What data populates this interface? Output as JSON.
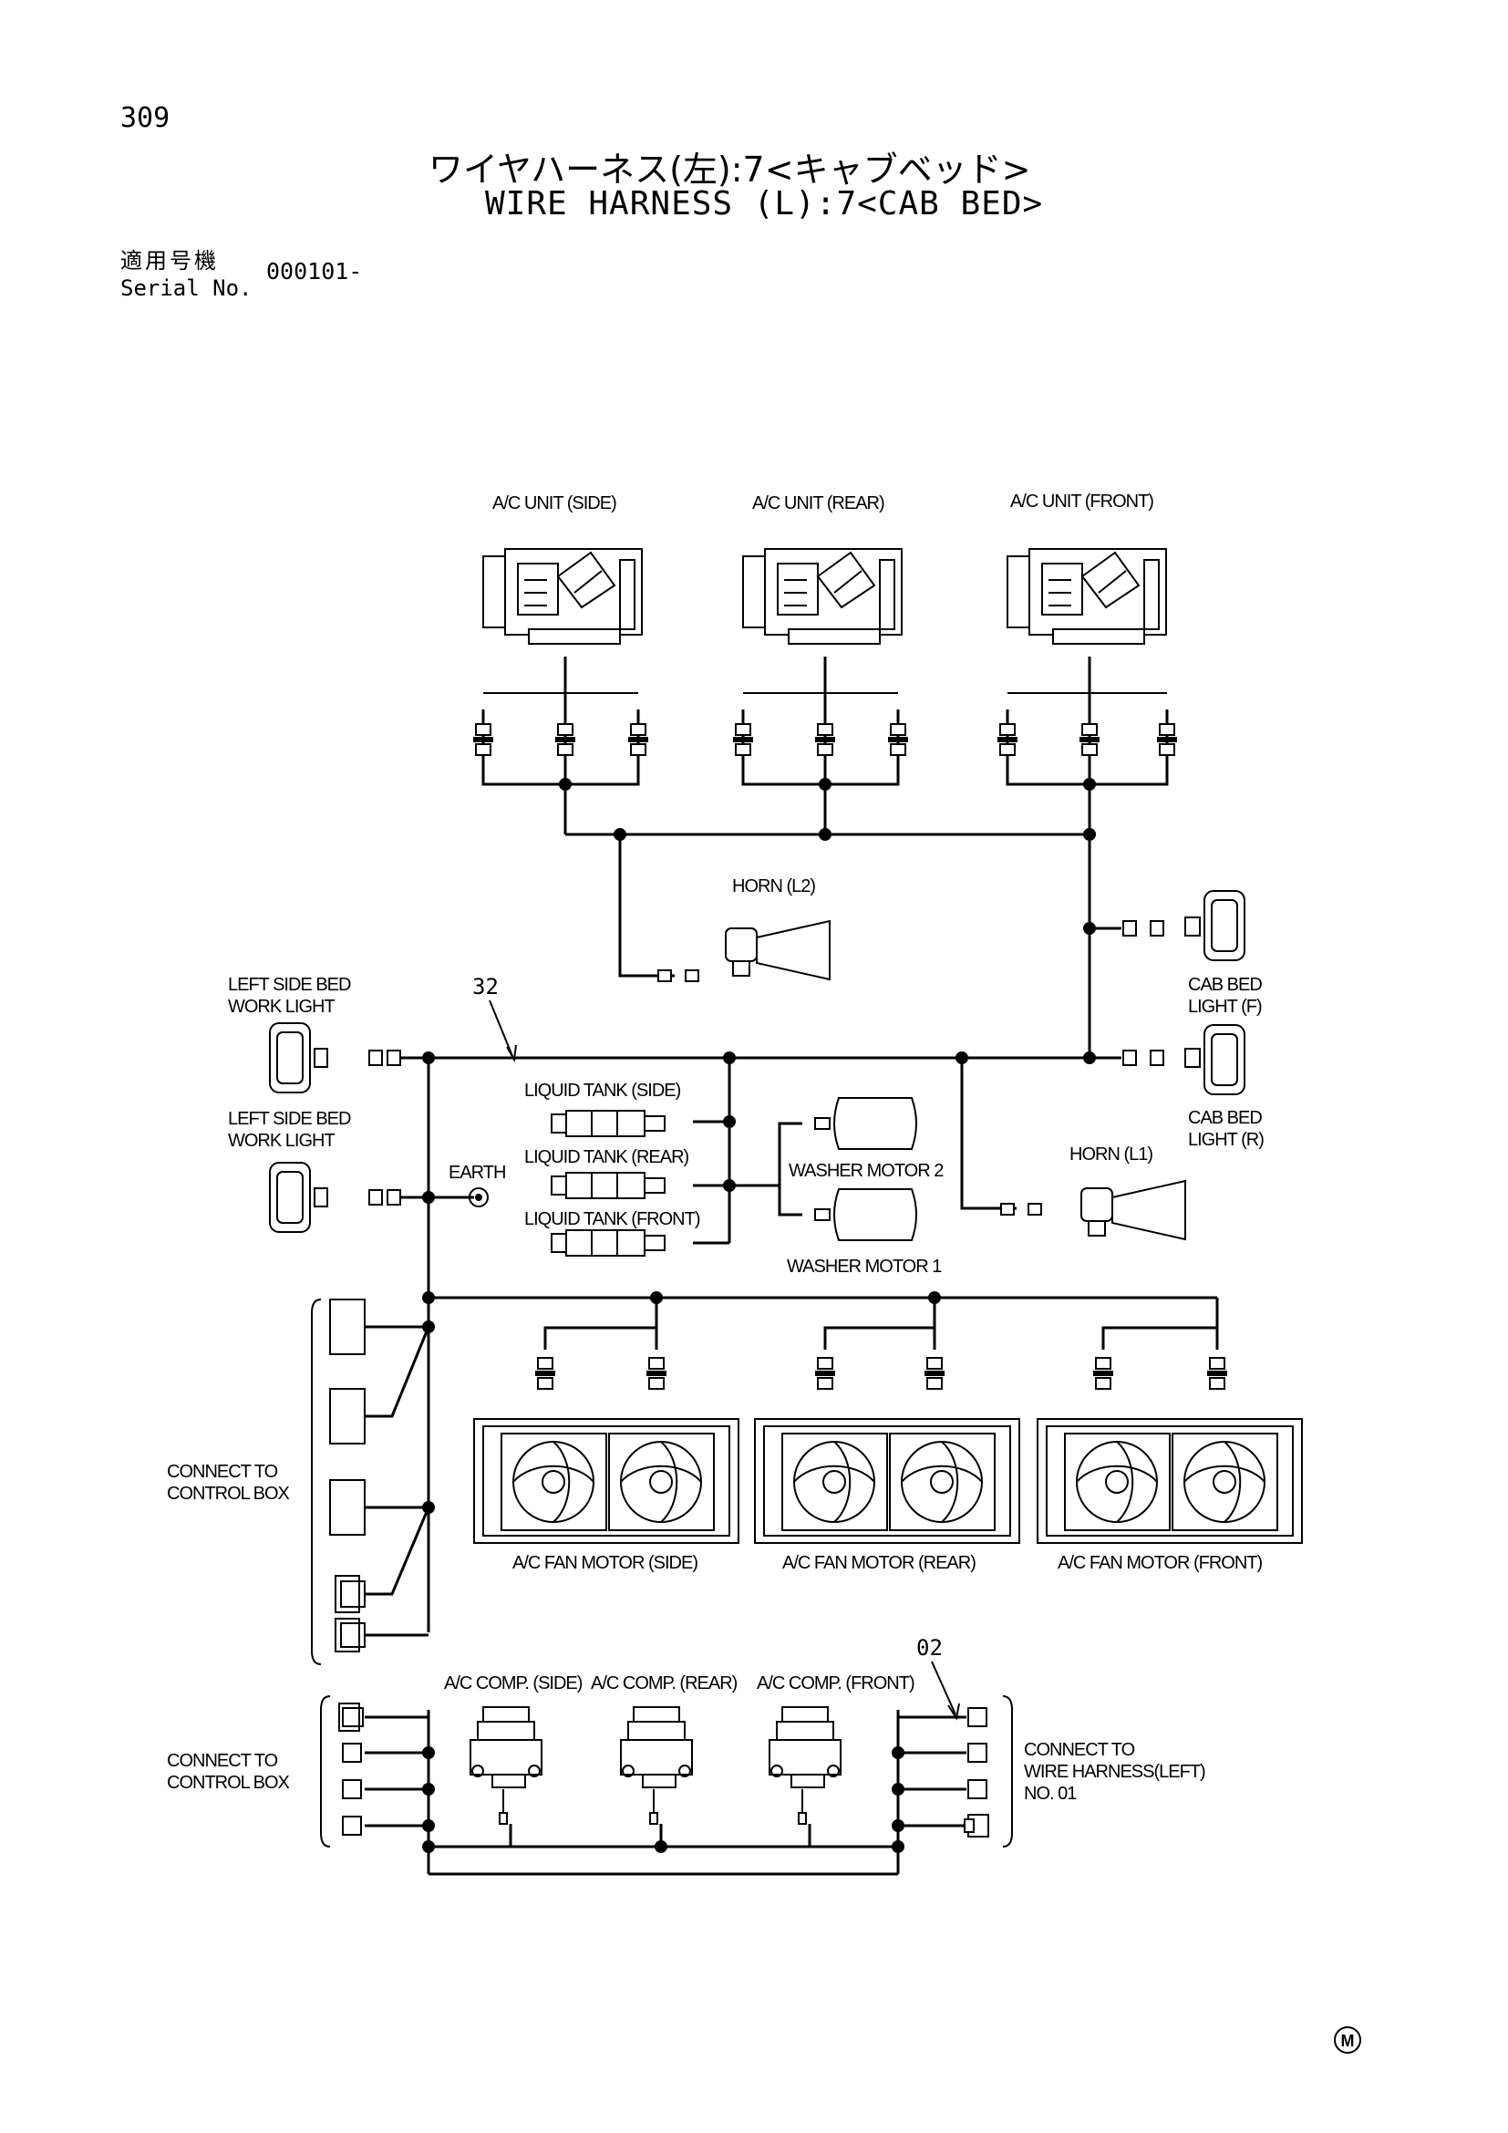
{
  "page_number": "309",
  "title_jp": "ワイヤハーネス(左):7<キャブベッド>",
  "title_en": "WIRE HARNESS (L):7<CAB BED>",
  "serial": {
    "label_jp": "適用号機",
    "label_en": "Serial No.",
    "value": "000101-"
  },
  "callouts": {
    "wire_32": "32",
    "wire_02": "02"
  },
  "labels": {
    "ac_unit_side": "A/C UNIT (SIDE)",
    "ac_unit_rear": "A/C UNIT (REAR)",
    "ac_unit_front": "A/C UNIT (FRONT)",
    "horn_l2": "HORN (L2)",
    "horn_l1": "HORN (L1)",
    "left_side_bed_work_light": [
      "LEFT SIDE BED",
      "WORK LIGHT"
    ],
    "cab_bed_light_f": [
      "CAB BED",
      "LIGHT (F)"
    ],
    "cab_bed_light_r": [
      "CAB BED",
      "LIGHT (R)"
    ],
    "liquid_tank_side": "LIQUID TANK (SIDE)",
    "liquid_tank_rear": "LIQUID TANK (REAR)",
    "liquid_tank_front": "LIQUID TANK (FRONT)",
    "earth": "EARTH",
    "washer_motor_2": "WASHER MOTOR 2",
    "washer_motor_1": "WASHER MOTOR 1",
    "connect_to_control_box": [
      "CONNECT TO",
      "CONTROL BOX"
    ],
    "ac_fan_motor_side": "A/C FAN MOTOR (SIDE)",
    "ac_fan_motor_rear": "A/C FAN MOTOR (REAR)",
    "ac_fan_motor_front": "A/C FAN MOTOR (FRONT)",
    "ac_comp_side": "A/C COMP. (SIDE)",
    "ac_comp_rear": "A/C COMP. (REAR)",
    "ac_comp_front": "A/C COMP. (FRONT)",
    "connect_to_wire_harness_left": [
      "CONNECT TO",
      "WIRE HARNESS(LEFT)",
      "NO. 01"
    ]
  },
  "corner_mark": "M"
}
